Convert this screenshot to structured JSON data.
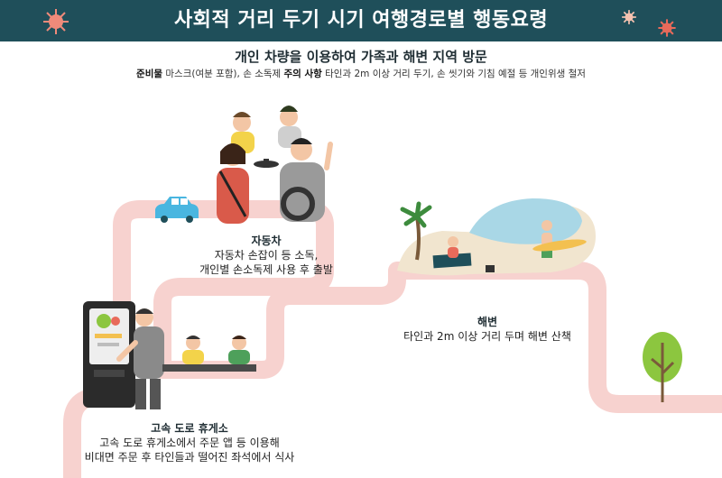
{
  "header": {
    "title": "사회적 거리 두기 시기 여행경로별 행동요령"
  },
  "subtitle": "개인 차량을 이용하여 가족과 해변 지역 방문",
  "notes": {
    "prep_label": "준비물",
    "prep_text": " 마스크(여분 포함), 손 소독제 ",
    "caution_label": "주의 사항",
    "caution_text": " 타인과 2m 이상 거리 두기, 손 씻기와 기침 예절 등 개인위생 철저"
  },
  "stops": {
    "car": {
      "title": "자동차",
      "line1": "자동차 손잡이 등 소독,",
      "line2": "개인별 손소독제 사용 후 출발"
    },
    "beach": {
      "title": "해변",
      "line1": "타인과 2m 이상 거리 두며 해변 산책"
    },
    "rest_area": {
      "title": "고속 도로 휴게소",
      "line1": "고속 도로 휴게소에서 주문 앱 등 이용해",
      "line2": "비대면 주문 후 타인들과 떨어진 좌석에서 식사"
    }
  },
  "colors": {
    "header": "#1f4f5a",
    "path": "#f7d2cf",
    "sand": "#f1e5cf",
    "sea": "#a9d7e6",
    "tree": "#8cc63f",
    "virus": "#e86a5a"
  }
}
